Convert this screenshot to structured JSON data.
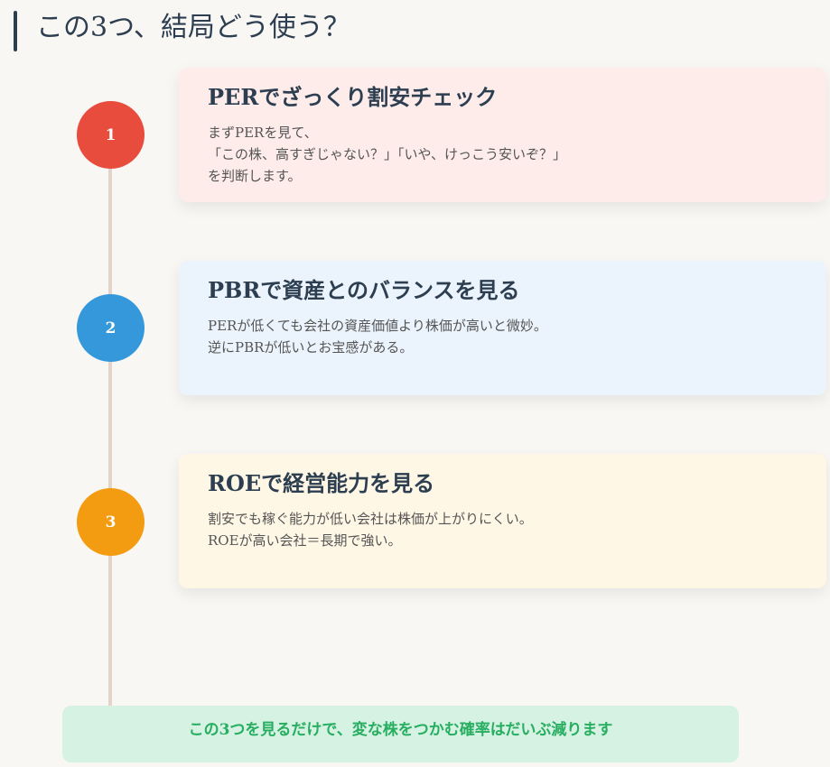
{
  "title": "この3つ、結局どう使う？",
  "steps": [
    {
      "number": "1",
      "color": "#e74c3c",
      "bg": "#fdecea",
      "heading": "PERでざっくり割安チェック",
      "body": "まずPERを見て、\n「この株、高すぎじゃない？」「いや、けっこう安いぞ？」\nを判断します。"
    },
    {
      "number": "2",
      "color": "#3498db",
      "bg": "#ebf4fc",
      "heading": "PBRで資産とのバランスを見る",
      "body": "PERが低くても会社の資産価値より株価が高いと微妙。\n逆にPBRが低いとお宝感がある。"
    },
    {
      "number": "3",
      "color": "#f39c12",
      "bg": "#fef7e5",
      "heading": "ROEで経営能力を見る",
      "body": "割安でも稼ぐ能力が低い会社は株価が上がりにくい。\nROEが高い会社＝長期で強い。"
    }
  ],
  "footer": "この3つを見るだけで、変な株をつかむ確率はだいぶ減ります"
}
